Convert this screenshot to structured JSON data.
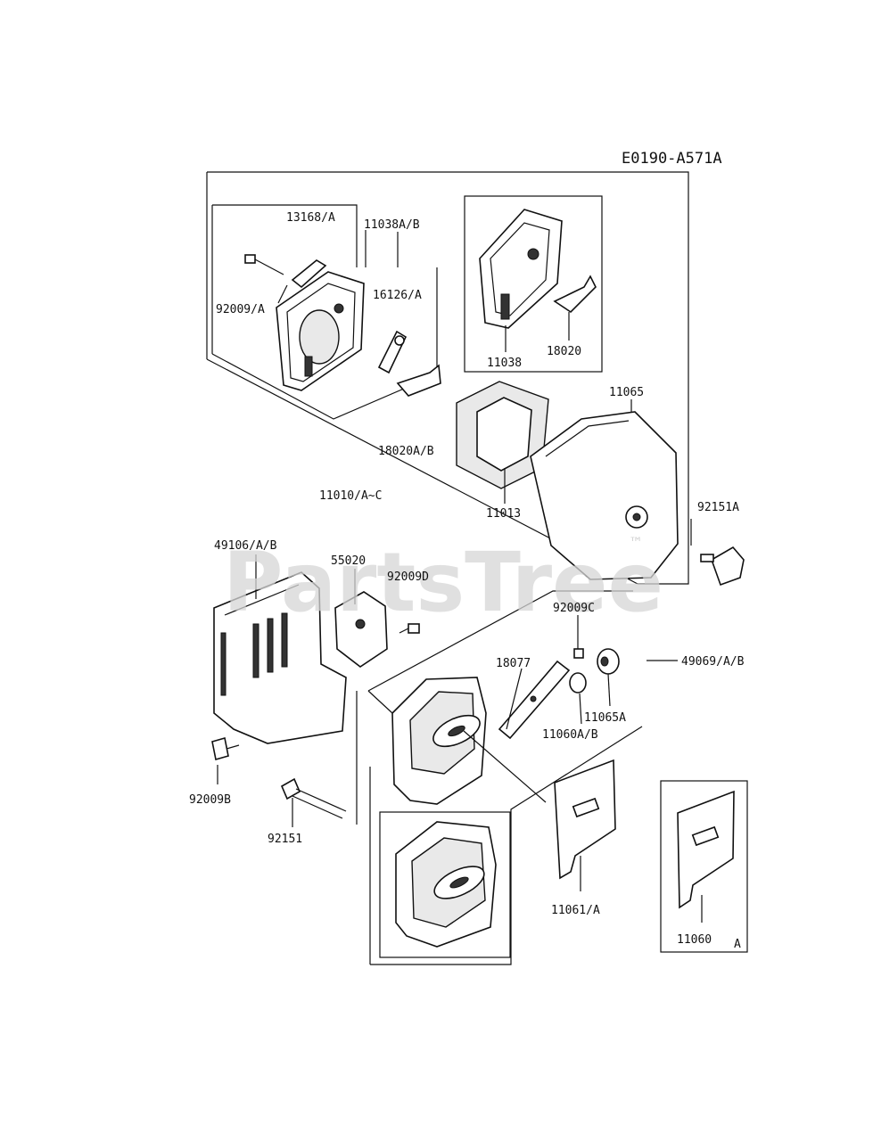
{
  "diagram": {
    "reference_code": "E0190-A571A",
    "watermark": "PartsTree",
    "watermark_tm": "™",
    "part_labels": {
      "p13168": "13168/A",
      "p11038ab": "11038A/B",
      "p92009a": "92009/A",
      "p16126": "16126/A",
      "p11038": "11038",
      "p18020": "18020",
      "p11065": "11065",
      "p18020ab": "18020A/B",
      "p11010": "11010/A~C",
      "p11013": "11013",
      "p92151a": "92151A",
      "p49106": "49106/A/B",
      "p55020": "55020",
      "p92009d": "92009D",
      "p92009c": "92009C",
      "p49069": "49069/A/B",
      "p18077": "18077",
      "p11065a": "11065A",
      "p11060ab": "11060A/B",
      "p92009b": "92009B",
      "p92151": "92151",
      "p11061": "11061/A",
      "p11060": "11060",
      "variant_a": "A"
    }
  }
}
